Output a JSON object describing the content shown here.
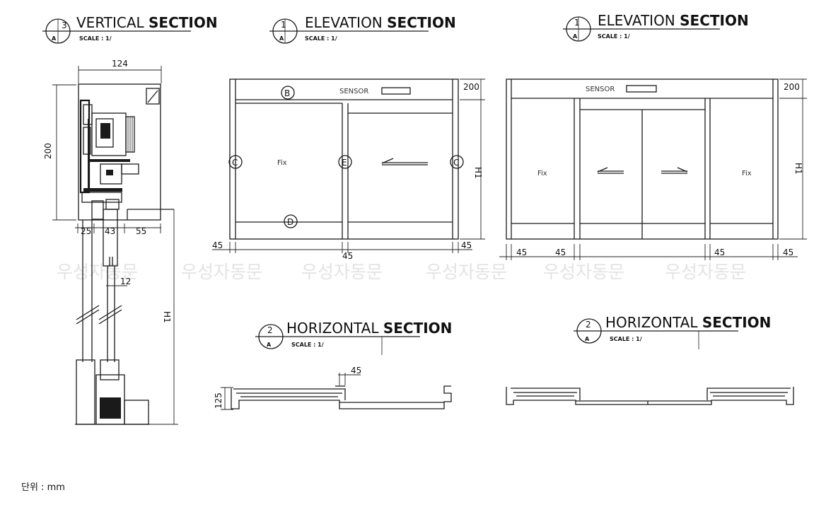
{
  "views": {
    "vertical": {
      "number": "3",
      "sub": "A",
      "title_a": "VERTICAL",
      "title_b": "SECTION",
      "scale": "SCALE : 1/"
    },
    "elevation_1": {
      "number": "1",
      "sub": "A",
      "title_a": "ELEVATION",
      "title_b": "SECTION",
      "scale": "SCALE : 1/"
    },
    "elevation_2": {
      "number": "1",
      "sub": "A",
      "title_a": "ELEVATION",
      "title_b": "SECTION",
      "scale": "SCALE : 1/"
    },
    "horizontal_1": {
      "number": "2",
      "sub": "A",
      "title_a": "HORIZONTAL",
      "title_b": "SECTION",
      "scale": "SCALE : 1/"
    },
    "horizontal_2": {
      "number": "2",
      "sub": "A",
      "title_a": "HORIZONTAL",
      "title_b": "SECTION",
      "scale": "SCALE : 1/"
    }
  },
  "vertical_dims": {
    "width": "124",
    "height": "200",
    "gap_a": "25",
    "gap_b": "43",
    "gap_c": "55",
    "glass": "12",
    "h1": "H1"
  },
  "elevation_1": {
    "sensor": "SENSOR",
    "fix": "Fix",
    "top_height": "200",
    "right_label": "H1",
    "marks": {
      "b": "B",
      "c_left": "C",
      "c_right": "C",
      "e": "E",
      "d": "D"
    },
    "dims": {
      "left": "45",
      "center": "45",
      "right": "45"
    }
  },
  "elevation_2": {
    "sensor": "SENSOR",
    "fix_left": "Fix",
    "fix_right": "Fix",
    "top_height": "200",
    "right_label": "H1",
    "dims": {
      "d1": "45",
      "d2": "45",
      "d3": "45",
      "d4": "45"
    }
  },
  "horizontal_1": {
    "depth": "125",
    "offset": "45"
  },
  "watermark": [
    "우성자동문",
    "우성자동문",
    "우성자동문",
    "우성자동문",
    "우성자동문",
    "우성자동문"
  ],
  "unit_label": "단위 : mm"
}
